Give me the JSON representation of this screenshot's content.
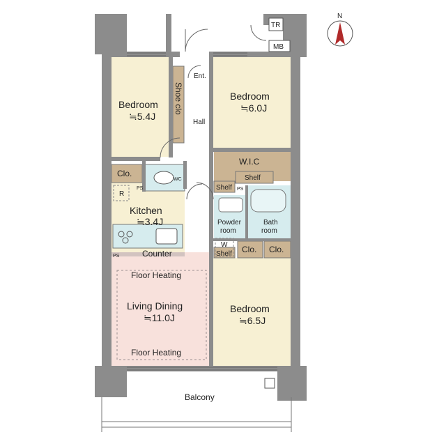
{
  "compass": {
    "label": "N"
  },
  "rooms": {
    "bedroom_nw": {
      "name": "Bedroom",
      "size": "≒5.4J"
    },
    "bedroom_ne": {
      "name": "Bedroom",
      "size": "≒6.0J"
    },
    "bedroom_se": {
      "name": "Bedroom",
      "size": "≒6.5J"
    },
    "kitchen": {
      "name": "Kitchen",
      "size": "≒3.4J"
    },
    "living": {
      "name": "Living Dining",
      "size": "≒11.0J"
    },
    "powder": {
      "line1": "Powder",
      "line2": "room"
    },
    "bath": {
      "line1": "Bath",
      "line2": "room"
    }
  },
  "labels": {
    "entrance": "Ent.",
    "hall": "Hall",
    "shoe_closet": "Shoe clo",
    "wic": "W.I.C",
    "shelf": "Shelf",
    "closet": "Clo.",
    "wc": "WC",
    "refrigerator": "R",
    "pipe_space": "PS",
    "washer": "W",
    "counter": "Counter",
    "floor_heating": "Floor Heating",
    "balcony": "Balcony",
    "trunk_room": "TR",
    "meter_box": "MB"
  },
  "colors": {
    "room_fill": "#f7f0d3",
    "living_fill": "#f8e1dc",
    "storage_fill": "#cbb493",
    "wet_fill": "#d6ecee",
    "wall": "#8c8c8c",
    "compass_red": "#b02a2a"
  }
}
